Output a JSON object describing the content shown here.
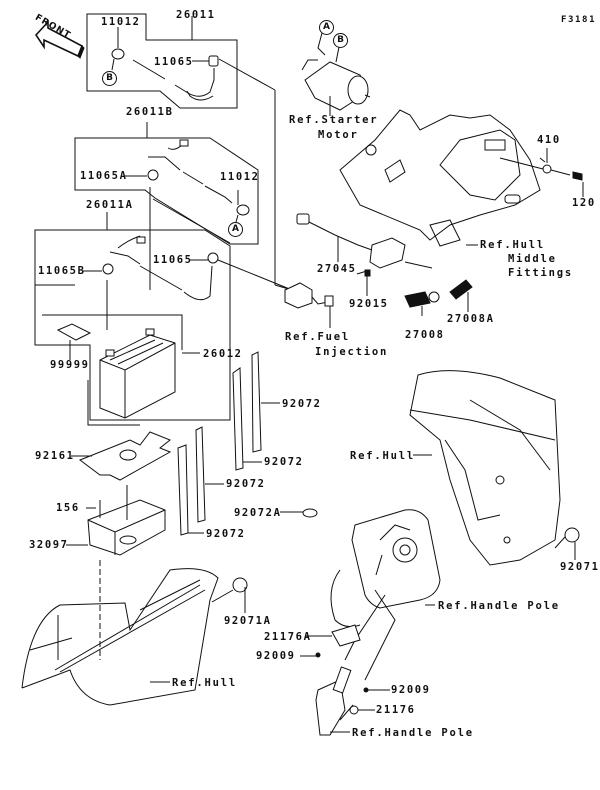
{
  "diagram": {
    "figure_code": "F3181",
    "front_indicator": "FRONT",
    "circle_refs": {
      "a": "A",
      "b": "B"
    },
    "labels": {
      "p26011": "26011",
      "p11012_top": "11012",
      "p11065_top": "11065",
      "p26011B": "26011B",
      "p11065A": "11065A",
      "p11012_mid": "11012",
      "p26011A": "26011A",
      "p11065B": "11065B",
      "p11065_mid": "11065",
      "p99999": "99999",
      "p26012": "26012",
      "p92161": "92161",
      "p156": "156",
      "p32097": "32097",
      "p92072_a": "92072",
      "p92072_b": "92072",
      "p92072_c": "92072",
      "p92072_d": "92072",
      "p92072A": "92072A",
      "p92071A": "92071A",
      "p21176A": "21176A",
      "p92009_a": "92009",
      "p92009_b": "92009",
      "p21176": "21176",
      "p410": "410",
      "p120": "120",
      "p27045": "27045",
      "p92015": "92015",
      "p27008": "27008",
      "p27008A": "27008A",
      "p92071": "92071"
    },
    "references": {
      "starter_motor_1": "Ref.Starter",
      "starter_motor_2": "Motor",
      "hull_middle_1": "Ref.Hull",
      "hull_middle_2": "Middle",
      "hull_middle_3": "Fittings",
      "fuel_injection_1": "Ref.Fuel",
      "fuel_injection_2": "Injection",
      "hull_right": "Ref.Hull",
      "hull_bottom": "Ref.Hull",
      "handle_pole_1": "Ref.Handle Pole",
      "handle_pole_2": "Ref.Handle Pole"
    }
  }
}
